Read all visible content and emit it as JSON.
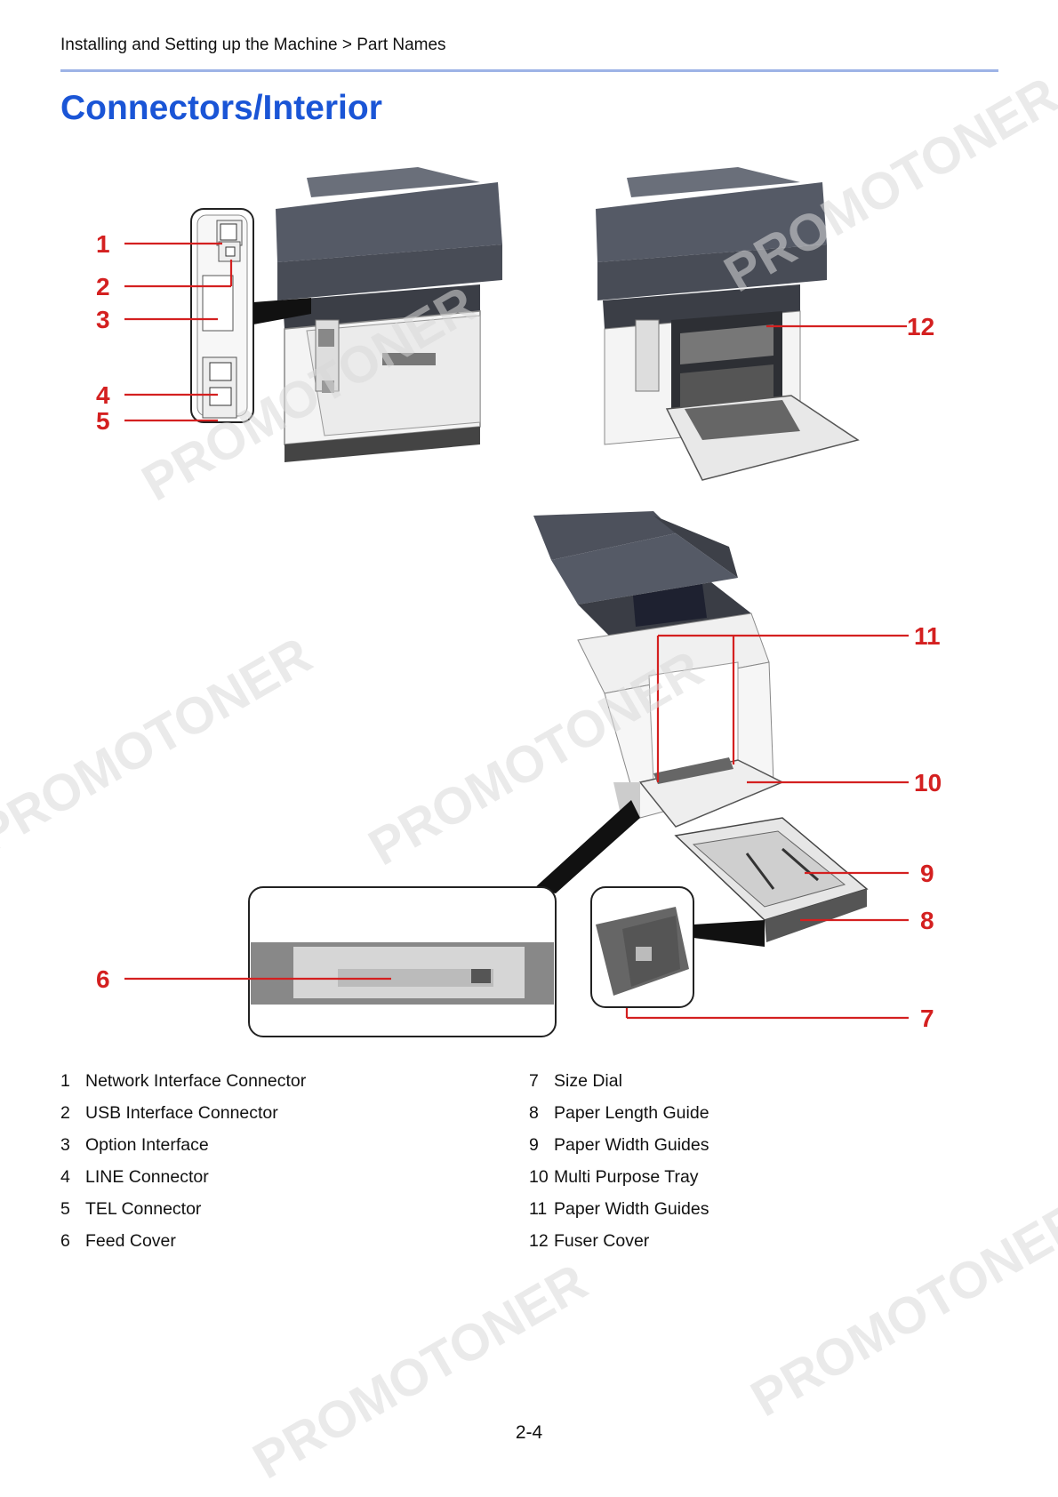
{
  "header": {
    "breadcrumb": "Installing and Setting up the Machine > Part Names"
  },
  "title": "Connectors/Interior",
  "callouts": [
    {
      "num": "1"
    },
    {
      "num": "2"
    },
    {
      "num": "3"
    },
    {
      "num": "4"
    },
    {
      "num": "5"
    },
    {
      "num": "6"
    },
    {
      "num": "7"
    },
    {
      "num": "8"
    },
    {
      "num": "9"
    },
    {
      "num": "10"
    },
    {
      "num": "11"
    },
    {
      "num": "12"
    }
  ],
  "legend": {
    "left": [
      {
        "num": "1",
        "label": "Network Interface Connector"
      },
      {
        "num": "2",
        "label": "USB Interface Connector"
      },
      {
        "num": "3",
        "label": "Option Interface"
      },
      {
        "num": "4",
        "label": "LINE Connector"
      },
      {
        "num": "5",
        "label": "TEL Connector"
      },
      {
        "num": "6",
        "label": "Feed Cover"
      }
    ],
    "right": [
      {
        "num": "7",
        "label": "Size Dial"
      },
      {
        "num": "8",
        "label": "Paper Length Guide"
      },
      {
        "num": "9",
        "label": "Paper Width Guides"
      },
      {
        "num": "10",
        "label": "Multi Purpose Tray"
      },
      {
        "num": "11",
        "label": "Paper Width Guides"
      },
      {
        "num": "12",
        "label": "Fuser Cover"
      }
    ]
  },
  "watermark": "PROMOTONER",
  "page_number": "2-4",
  "colors": {
    "title": "#1a55d6",
    "callout": "#d42020",
    "rule": "#9db3e6"
  }
}
